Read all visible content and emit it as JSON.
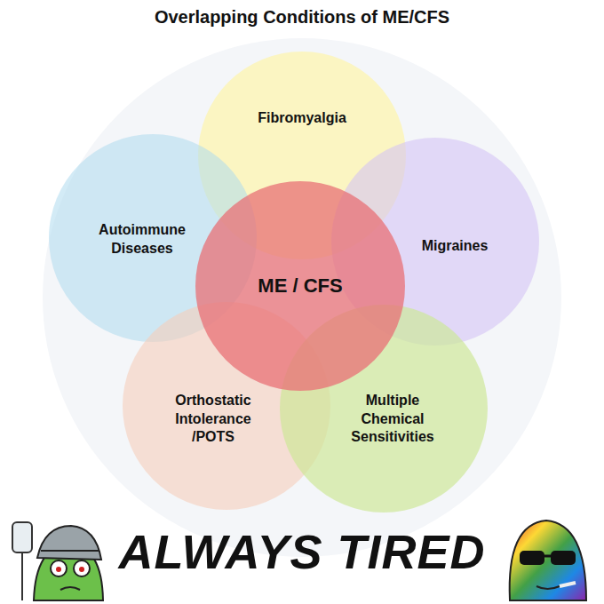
{
  "diagram": {
    "title": "Overlapping Conditions of ME/CFS",
    "nodes": [
      {
        "text": [
          "Fibromyalgia"
        ]
      },
      {
        "text": [
          "Autoimmune Diseases"
        ]
      },
      {
        "text": [
          "ME / CFS"
        ]
      },
      {
        "text": [
          "Migraines"
        ]
      },
      {
        "text": [
          "Orthostatic Intolerance /POTS"
        ]
      },
      {
        "text": [
          "Multiple Chemical Sensitivities"
        ]
      }
    ],
    "labels": [
      "ALWAYS TIRED"
    ]
  }
}
